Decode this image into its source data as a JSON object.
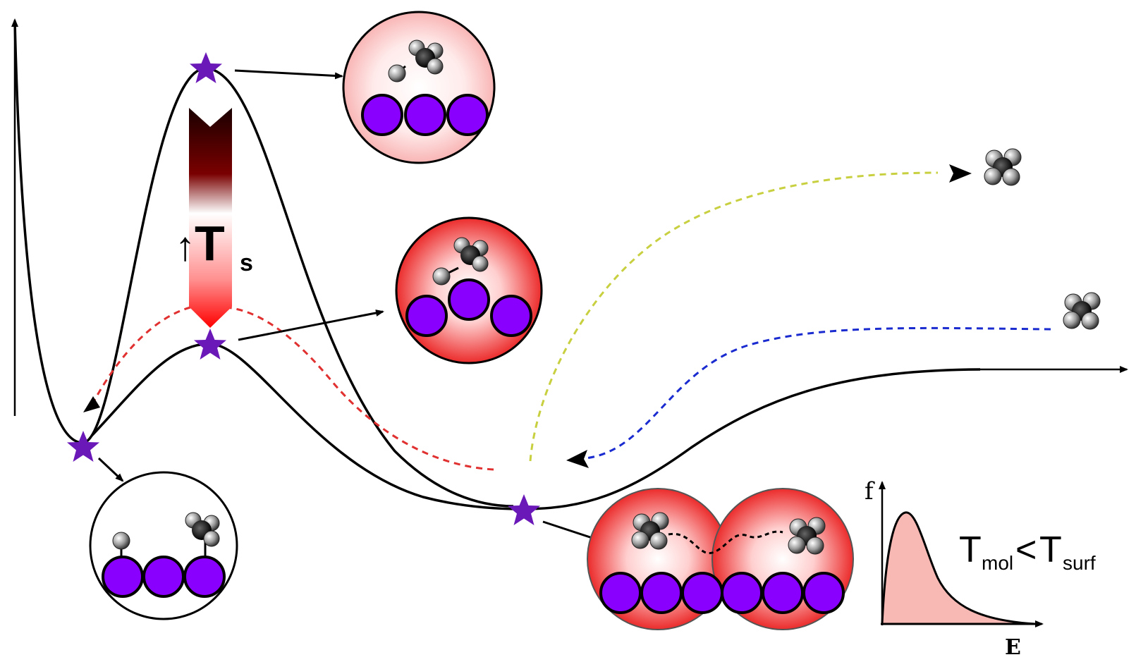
{
  "labels": {
    "ts_main": "T",
    "ts_sub": "s",
    "ts_arrow": "↑",
    "f_axis": "f",
    "e_axis": "E",
    "tmol_main": "T",
    "tmol_sub": "mol",
    "less_than": "<",
    "tsurf_main": "T",
    "tsurf_sub": "surf"
  },
  "colors": {
    "background": "#ffffff",
    "curve": "#000000",
    "star": "#6a18b8",
    "surface_atom": "#8a00ff",
    "yellow_path": "#c8d040",
    "blue_path": "#1a2bd0",
    "red_path": "#e03030",
    "distribution_fill": "#f8b8b4"
  },
  "icons": [
    "star-icon",
    "molecule-icon",
    "surface-atom-icon",
    "temperature-arrow-icon"
  ]
}
